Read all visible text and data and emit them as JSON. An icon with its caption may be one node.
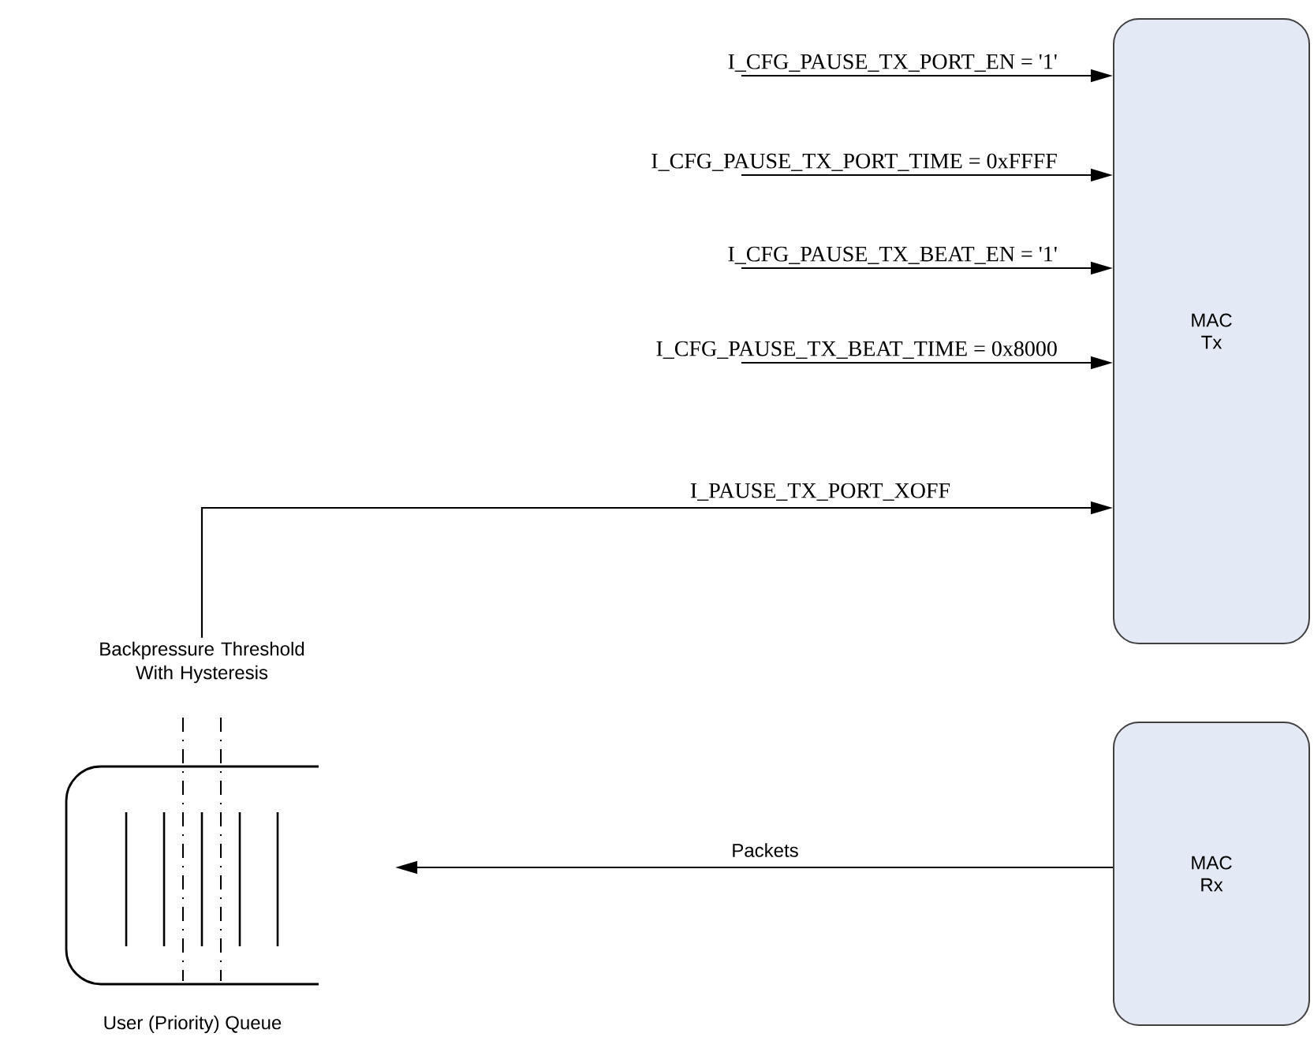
{
  "diagram": {
    "nodes": [
      {
        "text": [
          "MAC Tx"
        ]
      },
      {
        "text": [
          "MAC Rx"
        ]
      },
      {
        "text": [
          "User (Priority) Queue"
        ]
      },
      {
        "text": [
          "Backpressure Threshold With Hysteresis"
        ]
      }
    ],
    "edges": [
      {
        "from": null,
        "to": 0,
        "arrow": "to",
        "label": "I_CFG_PAUSE_TX_PORT_EN = '1'"
      },
      {
        "from": null,
        "to": 0,
        "arrow": "to",
        "label": "I_CFG_PAUSE_TX_PORT_TIME = 0xFFFF"
      },
      {
        "from": null,
        "to": 0,
        "arrow": "to",
        "label": "I_CFG_PAUSE_TX_BEAT_EN = '1'"
      },
      {
        "from": null,
        "to": 0,
        "arrow": "to",
        "label": "I_CFG_PAUSE_TX_BEAT_TIME = 0x8000"
      },
      {
        "from": 3,
        "to": 0,
        "arrow": "to",
        "label": "I_PAUSE_TX_PORT_XOFF"
      },
      {
        "from": 1,
        "to": 2,
        "arrow": "to",
        "label": "Packets"
      }
    ]
  }
}
